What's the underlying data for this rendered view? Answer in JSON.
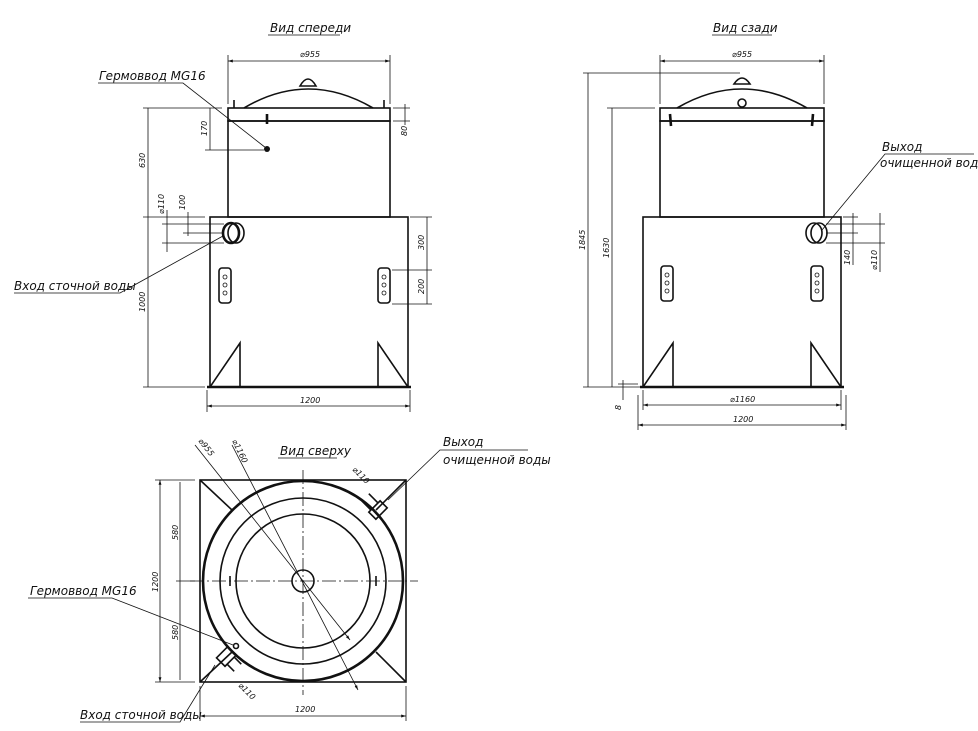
{
  "views": {
    "front": {
      "title": "Вид спереди",
      "dims": {
        "dia_top": "⌀955",
        "h_630": "630",
        "h_1000": "1000",
        "h_170": "170",
        "h_80": "80",
        "h_300": "300",
        "h_200": "200",
        "dia_inlet": "⌀110",
        "h_100": "100",
        "w_1200": "1200"
      },
      "labels": {
        "gland": "Гермоввод MG16",
        "inlet": "Вход сточной воды"
      }
    },
    "back": {
      "title": "Вид сзади",
      "dims": {
        "dia_top": "⌀955",
        "h_1845": "1845",
        "h_1630": "1630",
        "h_8": "8",
        "h_140": "140",
        "dia_outlet": "⌀110",
        "dia_base": "⌀1160",
        "w_1200": "1200"
      },
      "labels": {
        "outlet_1": "Выход",
        "outlet_2": "очищенной воды"
      }
    },
    "top": {
      "title": "Вид сверху",
      "dims": {
        "dia_955": "⌀955",
        "dia_1160": "⌀1160",
        "dia_outlet": "⌀110",
        "dia_inlet": "⌀110",
        "h_580_a": "580",
        "h_580_b": "580",
        "h_1200": "1200",
        "w_1200": "1200"
      },
      "labels": {
        "outlet_1": "Выход",
        "outlet_2": "очищенной воды",
        "gland": "Гермоввод MG16",
        "inlet": "Вход сточной воды"
      }
    }
  }
}
